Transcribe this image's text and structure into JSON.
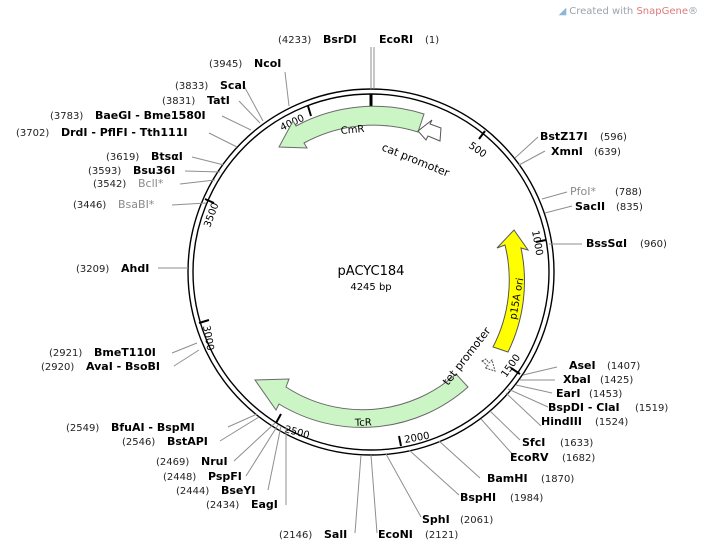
{
  "credit": {
    "prefix": "Created with ",
    "brand": "SnapGene",
    "reg": "®"
  },
  "plasmid": {
    "name": "pACYC184",
    "length_label": "4245 bp",
    "length": 4245
  },
  "ticks": [
    "500",
    "1000",
    "1500",
    "2000",
    "2500",
    "3000",
    "3500",
    "4000"
  ],
  "features": [
    {
      "label": "CmR",
      "type": "cds"
    },
    {
      "label": "cat promoter",
      "type": "promoter"
    },
    {
      "label": "p15A ori",
      "type": "origin"
    },
    {
      "label": "TcR",
      "type": "cds"
    },
    {
      "label": "tet promoter",
      "type": "promoter"
    }
  ],
  "sites": [
    {
      "pos": "(4233)",
      "name": "BsrDI"
    },
    {
      "pos": "(1)",
      "name": "EcoRI"
    },
    {
      "pos": "(3945)",
      "name": "NcoI"
    },
    {
      "pos": "(3833)",
      "name": "ScaI"
    },
    {
      "pos": "(3831)",
      "name": "TatI"
    },
    {
      "pos": "(3783)",
      "name": "BaeGI - Bme1580I"
    },
    {
      "pos": "(3702)",
      "name": "DrdI - PflFI - Tth111I"
    },
    {
      "pos": "(3619)",
      "name": "BtsαI"
    },
    {
      "pos": "(3593)",
      "name": "Bsu36I"
    },
    {
      "pos": "(3542)",
      "name": "BclI*"
    },
    {
      "pos": "(3446)",
      "name": "BsaBI*"
    },
    {
      "pos": "(3209)",
      "name": "AhdI"
    },
    {
      "pos": "(2921)",
      "name": "BmeT110I"
    },
    {
      "pos": "(2920)",
      "name": "AvaI - BsoBI"
    },
    {
      "pos": "(2549)",
      "name": "BfuAI - BspMI"
    },
    {
      "pos": "(2546)",
      "name": "BstAPI"
    },
    {
      "pos": "(2469)",
      "name": "NruI"
    },
    {
      "pos": "(2448)",
      "name": "PspFI"
    },
    {
      "pos": "(2444)",
      "name": "BseYI"
    },
    {
      "pos": "(2434)",
      "name": "EagI"
    },
    {
      "pos": "(2146)",
      "name": "SalI"
    },
    {
      "pos": "(2121)",
      "name": "EcoNI"
    },
    {
      "pos": "(2061)",
      "name": "SphI"
    },
    {
      "pos": "(1984)",
      "name": "BspHI"
    },
    {
      "pos": "(1870)",
      "name": "BamHI"
    },
    {
      "pos": "(1682)",
      "name": "EcoRV"
    },
    {
      "pos": "(1633)",
      "name": "SfcI"
    },
    {
      "pos": "(1524)",
      "name": "HindIII"
    },
    {
      "pos": "(1519)",
      "name": "BspDI - ClaI"
    },
    {
      "pos": "(1453)",
      "name": "EarI"
    },
    {
      "pos": "(1425)",
      "name": "XbaI"
    },
    {
      "pos": "(1407)",
      "name": "AseI"
    },
    {
      "pos": "(960)",
      "name": "BssSαI"
    },
    {
      "pos": "(835)",
      "name": "SacII"
    },
    {
      "pos": "(788)",
      "name": "PfoI*"
    },
    {
      "pos": "(639)",
      "name": "XmnI"
    },
    {
      "pos": "(596)",
      "name": "BstZ17I"
    }
  ],
  "colors": {
    "backbone": "#000000",
    "cds": "#ccf5c6",
    "origin": "#ffff00",
    "promoter": "#ffffff",
    "grey_site": "#8a8a8a"
  }
}
